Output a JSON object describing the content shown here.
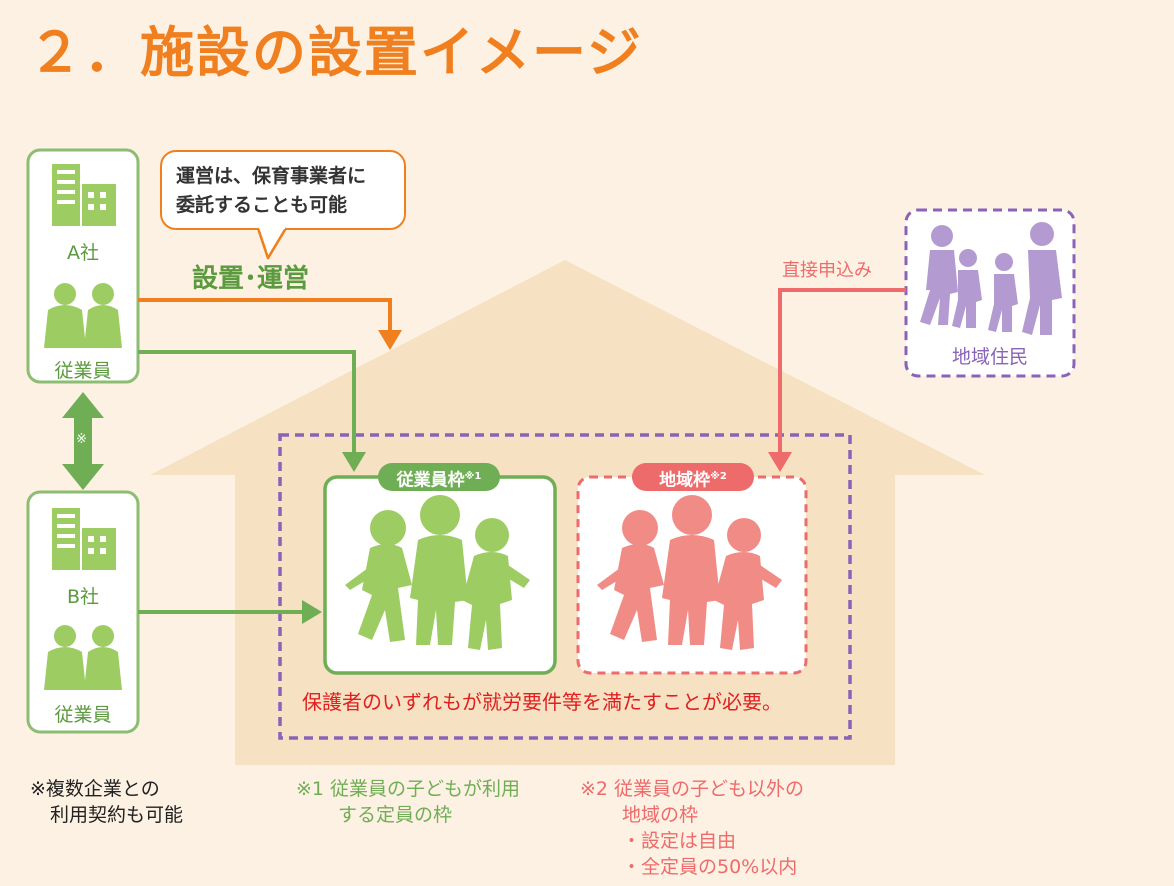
{
  "title": "２．施設の設置イメージ",
  "company_a": {
    "name": "A社",
    "staff_label": "従業員"
  },
  "company_b": {
    "name": "B社",
    "staff_label": "従業員"
  },
  "bubble": {
    "line1": "運営は、保育事業者に",
    "line2": "委託することも可能"
  },
  "setup_label": "設置･運営",
  "between_companies_mark": "※",
  "direct_apply_label": "直接申込み",
  "local_residents_label": "地域住民",
  "employee_frame": {
    "label": "従業員枠",
    "note_mark": "※1"
  },
  "local_frame": {
    "label": "地域枠",
    "note_mark": "※2"
  },
  "requirement_text": "保護者のいずれもが就労要件等を満たすことが必要。",
  "notes": {
    "main": {
      "line1": "※複数企業との",
      "line2": "利用契約も可能"
    },
    "note1": {
      "line1": "※1 従業員の子どもが利用",
      "line2": "する定員の枠"
    },
    "note2": {
      "line1": "※2 従業員の子ども以外の",
      "line2": "地域の枠",
      "line3": "・設定は自由",
      "line4": "・全定員の50%以内"
    }
  },
  "colors": {
    "orange": "#f0801f",
    "green": "#8cbd72",
    "dark_green": "#6fae55",
    "pink": "#ee6b6b",
    "purple": "#8a63b8",
    "house": "#f6e2c3",
    "background": "#fdf1e3"
  }
}
